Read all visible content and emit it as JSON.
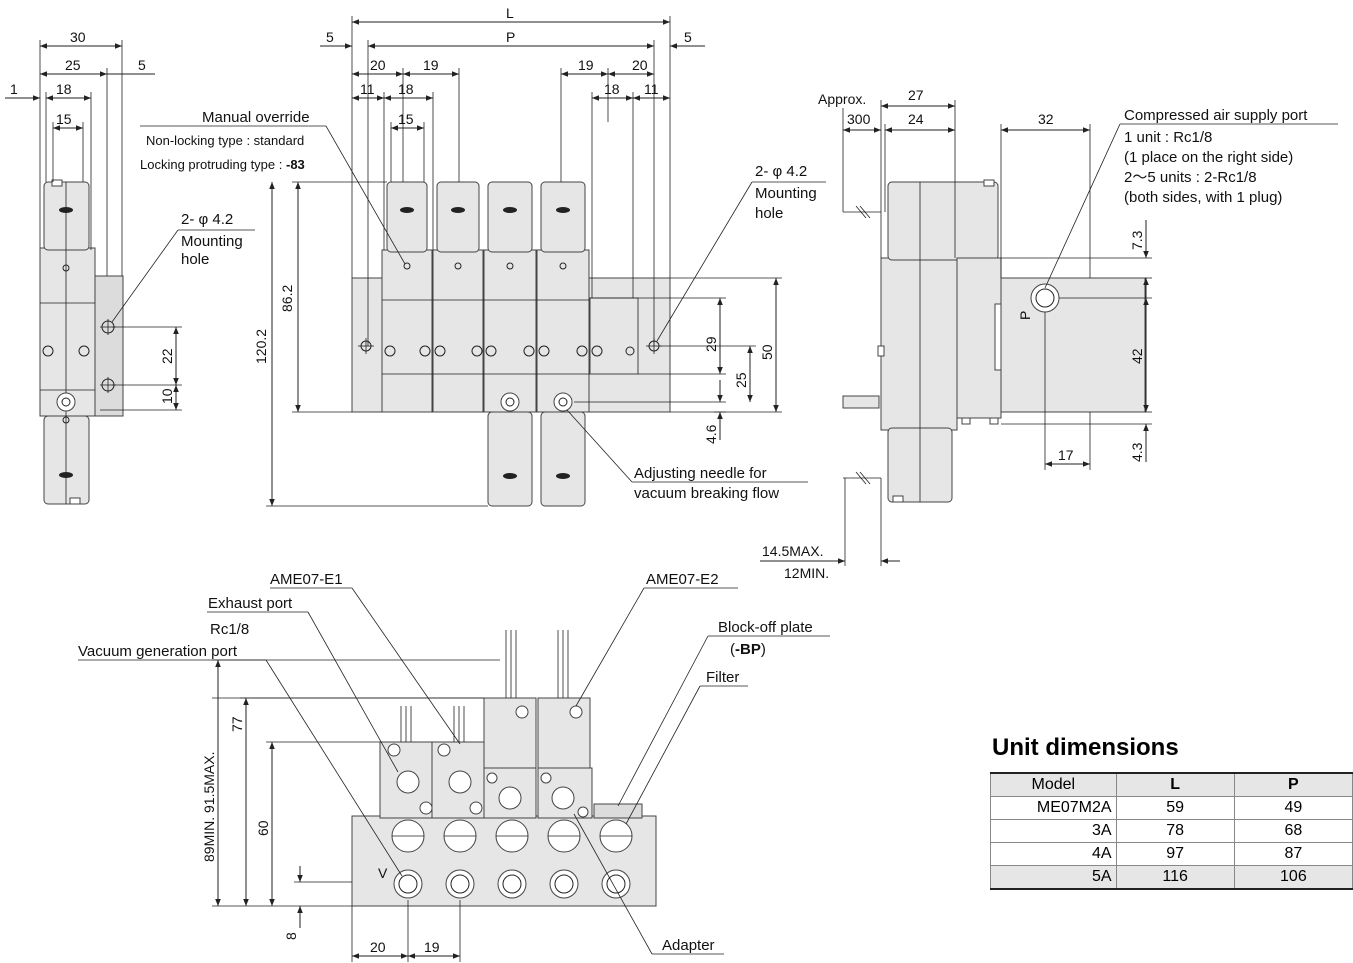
{
  "dims": {
    "side": [
      "30",
      "25",
      "5",
      "1",
      "18",
      "15",
      "22",
      "10"
    ],
    "front": [
      "L",
      "P",
      "5",
      "5",
      "20",
      "19",
      "19",
      "20",
      "11",
      "18",
      "15",
      "18",
      "11",
      "86.2",
      "120.2",
      "29",
      "50",
      "25",
      "4.6"
    ],
    "right": [
      "Approx.",
      "27",
      "300",
      "24",
      "32",
      "7.3",
      "42",
      "4.3",
      "17",
      "14.5MAX.",
      "12MIN."
    ],
    "bottom": [
      "89MIN. 91.5MAX.",
      "77",
      "60",
      "8",
      "20",
      "19"
    ]
  },
  "port_letters": {
    "p": "P",
    "v": "V"
  },
  "labels": {
    "manual_override": "Manual override",
    "non_locking": "Non-locking type : standard",
    "locking_prefix": "Locking protruding type : ",
    "locking_code": "-83",
    "mounting_hole_left": "2- φ 4.2",
    "mounting_left": "Mounting",
    "hole_left": "hole",
    "mounting_hole_right": "2- φ 4.2",
    "mounting_right": "Mounting",
    "hole_right": "hole",
    "needle_1": "Adjusting needle for",
    "needle_2": "vacuum breaking flow",
    "air_1": "Compressed air supply port",
    "air_2": "1 unit : Rc1/8",
    "air_3": "(1 place on the right side)",
    "air_4": "2～5 units : 2-Rc1/8",
    "air_5": "(both sides, with 1 plug)",
    "ame_e1": "AME07-E1",
    "ame_e2": "AME07-E2",
    "exhaust": "Exhaust port",
    "rc18": "Rc1/8",
    "vacuum": "Vacuum generation port",
    "block_off": "Block-off plate",
    "bp_open": "(",
    "bp_code": "-BP",
    "bp_close": ")",
    "filter": "Filter",
    "adapter": "Adapter"
  },
  "table": {
    "title": "Unit dimensions",
    "headers": [
      "Model",
      "L",
      "P"
    ],
    "rows": [
      {
        "model": "ME07M2A",
        "l": "59",
        "p": "49"
      },
      {
        "model": "3A",
        "l": "78",
        "p": "68"
      },
      {
        "model": "4A",
        "l": "97",
        "p": "87"
      },
      {
        "model": "5A",
        "l": "116",
        "p": "106"
      }
    ]
  }
}
